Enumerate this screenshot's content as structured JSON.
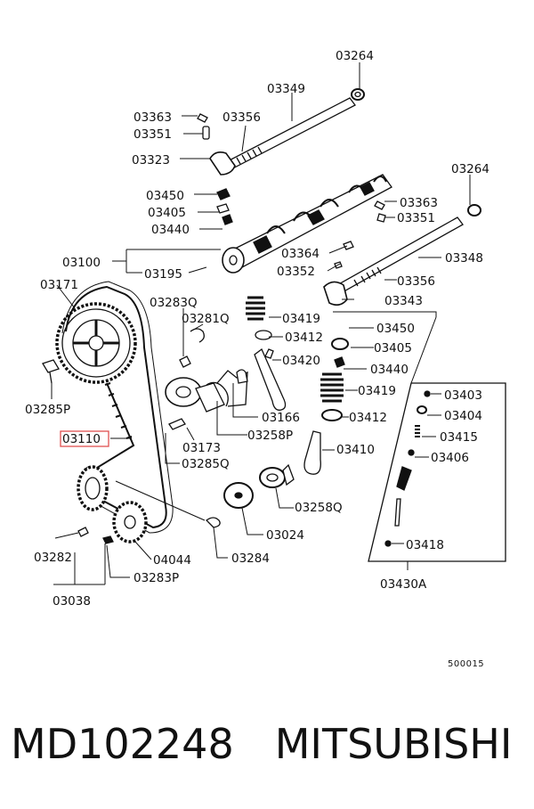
{
  "labels": {
    "p03264a": "03264",
    "p03349": "03349",
    "p03363a": "03363",
    "p03356a": "03356",
    "p03351a": "03351",
    "p03323": "03323",
    "p03264b": "03264",
    "p03450a": "03450",
    "p03363b": "03363",
    "p03405a": "03405",
    "p03351b": "03351",
    "p03440a": "03440",
    "p03100": "03100",
    "p03364": "03364",
    "p03348": "03348",
    "p03195": "03195",
    "p03352": "03352",
    "p03171": "03171",
    "p03356b": "03356",
    "p03283q": "03283Q",
    "p03343": "03343",
    "p03281q": "03281Q",
    "p03419a": "03419",
    "p03450b": "03450",
    "p03412a": "03412",
    "p03405b": "03405",
    "p03420": "03420",
    "p03440b": "03440",
    "p03419b": "03419",
    "p03403": "03403",
    "p03285p": "03285P",
    "p03166": "03166",
    "p03412b": "03412",
    "p03404": "03404",
    "p03110": "03110",
    "p03258p": "03258P",
    "p03415": "03415",
    "p03173": "03173",
    "p03410": "03410",
    "p03285q": "03285Q",
    "p03406": "03406",
    "p03258q": "03258Q",
    "p03024": "03024",
    "p03282": "03282",
    "p04044": "04044",
    "p03284": "03284",
    "p03418": "03418",
    "p03283p": "03283P",
    "p03430a": "03430A",
    "p03038": "03038"
  },
  "diagram_code": "500015",
  "footer": {
    "part_number": "MD102248",
    "brand": "MITSUBISHI"
  },
  "colors": {
    "highlight_box": "#e05050",
    "line": "#111111"
  },
  "highlighted_label": "03110"
}
